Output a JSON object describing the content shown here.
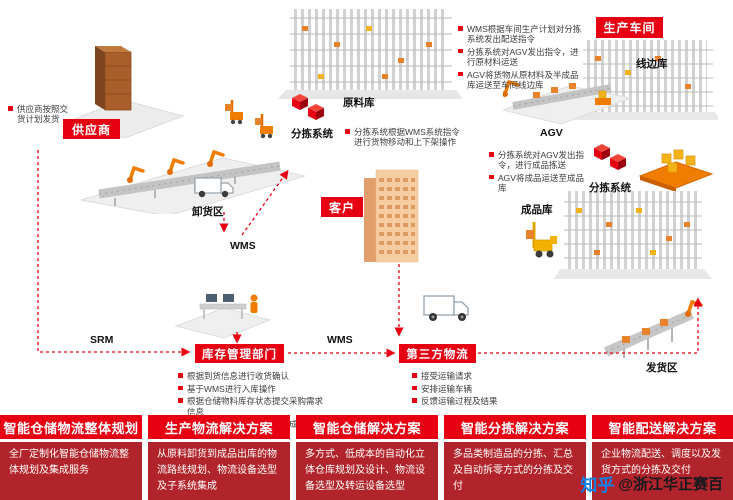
{
  "colors": {
    "accent_red": "#e60012",
    "solution_body_red": "#b2242b",
    "machine_orange": "#f07d00",
    "goods_orange": "#e8832b",
    "goods_yellow": "#f2b31a",
    "zhihu_blue": "#0b84ee"
  },
  "entities": {
    "supplier": "供应商",
    "customer": "客户",
    "production_workshop": "生产车间",
    "inventory_dept": "库存管理部门",
    "third_party_logistics": "第三方物流"
  },
  "labels": {
    "raw_material_store": "原料库",
    "sorting_system_top": "分拣系统",
    "unloading_area": "卸货区",
    "wms_center": "WMS",
    "agv": "AGV",
    "line_side_store": "线边库",
    "sorting_system_right": "分拣系统",
    "finished_goods_store": "成品库",
    "srm": "SRM",
    "wms_bottom": "WMS",
    "shipping_area": "发货区"
  },
  "notes": {
    "supplier": [
      "供应商按照交货计划发货"
    ],
    "sorting_center": [
      "分拣系统根据WMS系统指令进行货物移动和上下架操作"
    ],
    "workshop": [
      "WMS根据车间生产计划对分拣系统发出配送指令",
      "分拣系统对AGV发出指令，进行原材料运送",
      "AGV将货物从原材料及半成品库运送至车间线边库"
    ],
    "finished": [
      "分拣系统对AGV发出指令，进行成品拣送",
      "AGV将成品运送至成品库"
    ],
    "inventory": [
      "根据到货信息进行收货确认",
      "基于WMS进行入库操作",
      "根据仓储物料库存状态提交采购需求信息",
      "通知相关部门第三方物流完成运输任务"
    ],
    "logistics": [
      "接受运输请求",
      "安排运输车辆",
      "反馈运输过程及结果"
    ]
  },
  "solutions": [
    {
      "title": "智能仓储物流整体规划",
      "body": "全厂定制化智能仓储物流整体规划及集成服务"
    },
    {
      "title": "生产物流解决方案",
      "body": "从原料卸货到成品出库的物流路线规划、物流设备选型及子系统集成"
    },
    {
      "title": "智能仓储解决方案",
      "body": "多方式、低成本的自动化立体仓库规划及设计、物流设备选型及转运设备选型"
    },
    {
      "title": "智能分拣解决方案",
      "body": "多品类制造品的分拣、汇总及自动拆零方式的分拣及交付"
    },
    {
      "title": "智能配送解决方案",
      "body": "企业物流配送、调度以及发货方式的分拣及交付"
    }
  ],
  "watermark": {
    "brand": "知乎",
    "handle": "@浙江华正赛百"
  }
}
